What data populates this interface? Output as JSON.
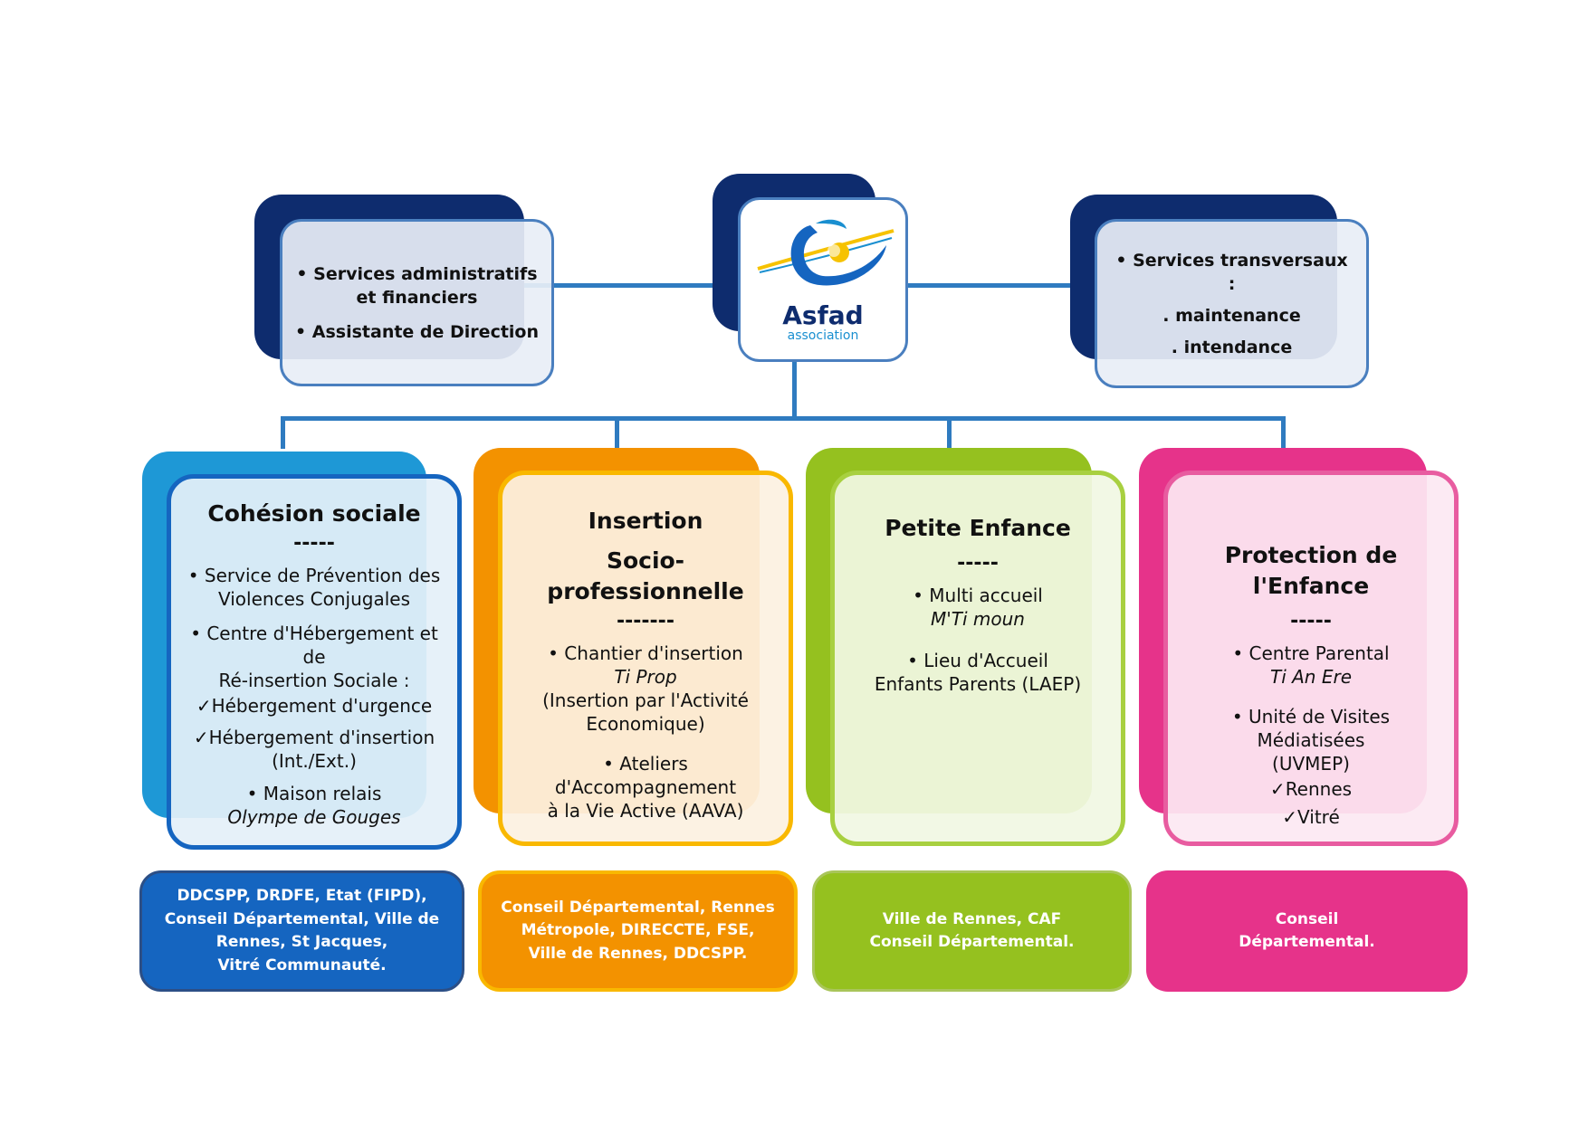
{
  "colors": {
    "navy": "#0e2c6e",
    "connector": "#2f7bc0",
    "blue_light": "#1e98d6",
    "blue_dark": "#1565c0",
    "orange": "#f39200",
    "orange_light": "#f9b800",
    "green": "#95c11f",
    "green_light": "#a8d040",
    "pink": "#e6338a",
    "pink_light": "#e85ca0"
  },
  "logo": {
    "name": "Asfad",
    "tagline": "association",
    "icon": "asfad-logo-swirl-icon"
  },
  "left_box": {
    "line1": "Services administratifs",
    "line2": "et financiers",
    "line3": "Assistante de Direction"
  },
  "right_box": {
    "line1": "Services transversaux :",
    "line2": ". maintenance",
    "line3": ". intendance"
  },
  "poles": [
    {
      "title": "Cohésion sociale",
      "separator": "-----",
      "items": {
        "a1": "Service de Prévention des",
        "a2": "Violences Conjugales",
        "b1": "Centre d'Hébergement et de",
        "b2": "Ré-insertion Sociale  :",
        "c1": "Hébergement d'urgence",
        "c2": "Hébergement d'insertion",
        "c3": "(Int./Ext.)",
        "d1": "Maison relais",
        "d2": "Olympe de Gouges"
      },
      "funders": [
        "DDCSPP, DRDFE, Etat (FIPD),",
        "Conseil Départemental, Ville de",
        "Rennes, St Jacques,",
        "Vitré Communauté."
      ]
    },
    {
      "title": "Insertion",
      "title2": "Socio-professionnelle",
      "separator": "-------",
      "items": {
        "a1": "Chantier d'insertion",
        "a2": "Ti Prop",
        "a3": "(Insertion par l'Activité",
        "a4": "Economique)",
        "b1": "Ateliers d'Accompagnement",
        "b2": "à la Vie Active (AAVA)"
      },
      "funders": [
        "Conseil Départemental, Rennes",
        "Métropole, DIRECCTE, FSE,",
        "Ville de Rennes, DDCSPP."
      ]
    },
    {
      "title": "Petite Enfance",
      "separator": "-----",
      "items": {
        "a1": "Multi accueil",
        "a2": "M'Ti moun",
        "b1": "Lieu d'Accueil",
        "b2": "Enfants Parents (LAEP)"
      },
      "funders": [
        "Ville de Rennes, CAF",
        "Conseil Départemental."
      ]
    },
    {
      "title": "Protection de l'Enfance",
      "separator": "-----",
      "items": {
        "a1": "Centre Parental",
        "a2": "Ti An Ere",
        "b1": "Unité de Visites Médiatisées",
        "b2": "(UVMEP)",
        "c1": "Rennes",
        "c2": "Vitré"
      },
      "funders": [
        "Conseil",
        "Départemental."
      ]
    }
  ]
}
